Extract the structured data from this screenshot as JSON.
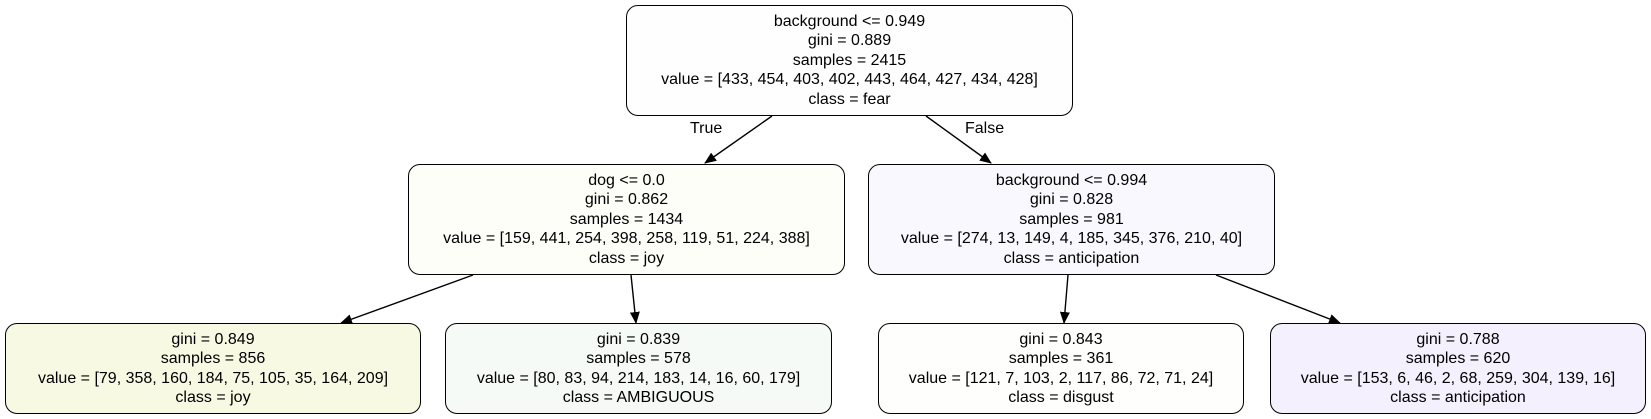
{
  "nodes": {
    "root": {
      "split": "background <= 0.949",
      "gini": "gini = 0.889",
      "samples": "samples = 2415",
      "value": "value = [433, 454, 403, 402, 443, 464, 427, 434, 428]",
      "class": "class = fear",
      "fill": "#fefeff"
    },
    "left": {
      "split": "dog <= 0.0",
      "gini": "gini = 0.862",
      "samples": "samples = 1434",
      "value": "value = [159, 441, 254, 398, 258, 119, 51, 224, 388]",
      "class": "class = joy",
      "fill": "#fdfef8"
    },
    "right": {
      "split": "background <= 0.994",
      "gini": "gini = 0.828",
      "samples": "samples = 981",
      "value": "value = [274, 13, 149, 4, 185, 345, 376, 210, 40]",
      "class": "class = anticipation",
      "fill": "#f9f8fe"
    },
    "left_left": {
      "gini": "gini = 0.849",
      "samples": "samples = 856",
      "value": "value = [79, 358, 160, 184, 75, 105, 35, 164, 209]",
      "class": "class = joy",
      "fill": "#f7f9e3"
    },
    "left_right": {
      "gini": "gini = 0.839",
      "samples": "samples = 578",
      "value": "value = [80, 83, 94, 214, 183, 14, 16, 60, 179]",
      "class": "class = AMBIGUOUS",
      "fill": "#f5faf7"
    },
    "right_left": {
      "gini": "gini = 0.843",
      "samples": "samples = 361",
      "value": "value = [121, 7, 103, 2, 117, 86, 72, 71, 24]",
      "class": "class = disgust",
      "fill": "#fefefc"
    },
    "right_right": {
      "gini": "gini = 0.788",
      "samples": "samples = 620",
      "value": "value = [153, 6, 46, 2, 68, 259, 304, 139, 16]",
      "class": "class = anticipation",
      "fill": "#f4f0fd"
    }
  },
  "edge_labels": {
    "true": "True",
    "false": "False"
  },
  "colors": {
    "stroke": "#000000",
    "background": "#ffffff"
  }
}
